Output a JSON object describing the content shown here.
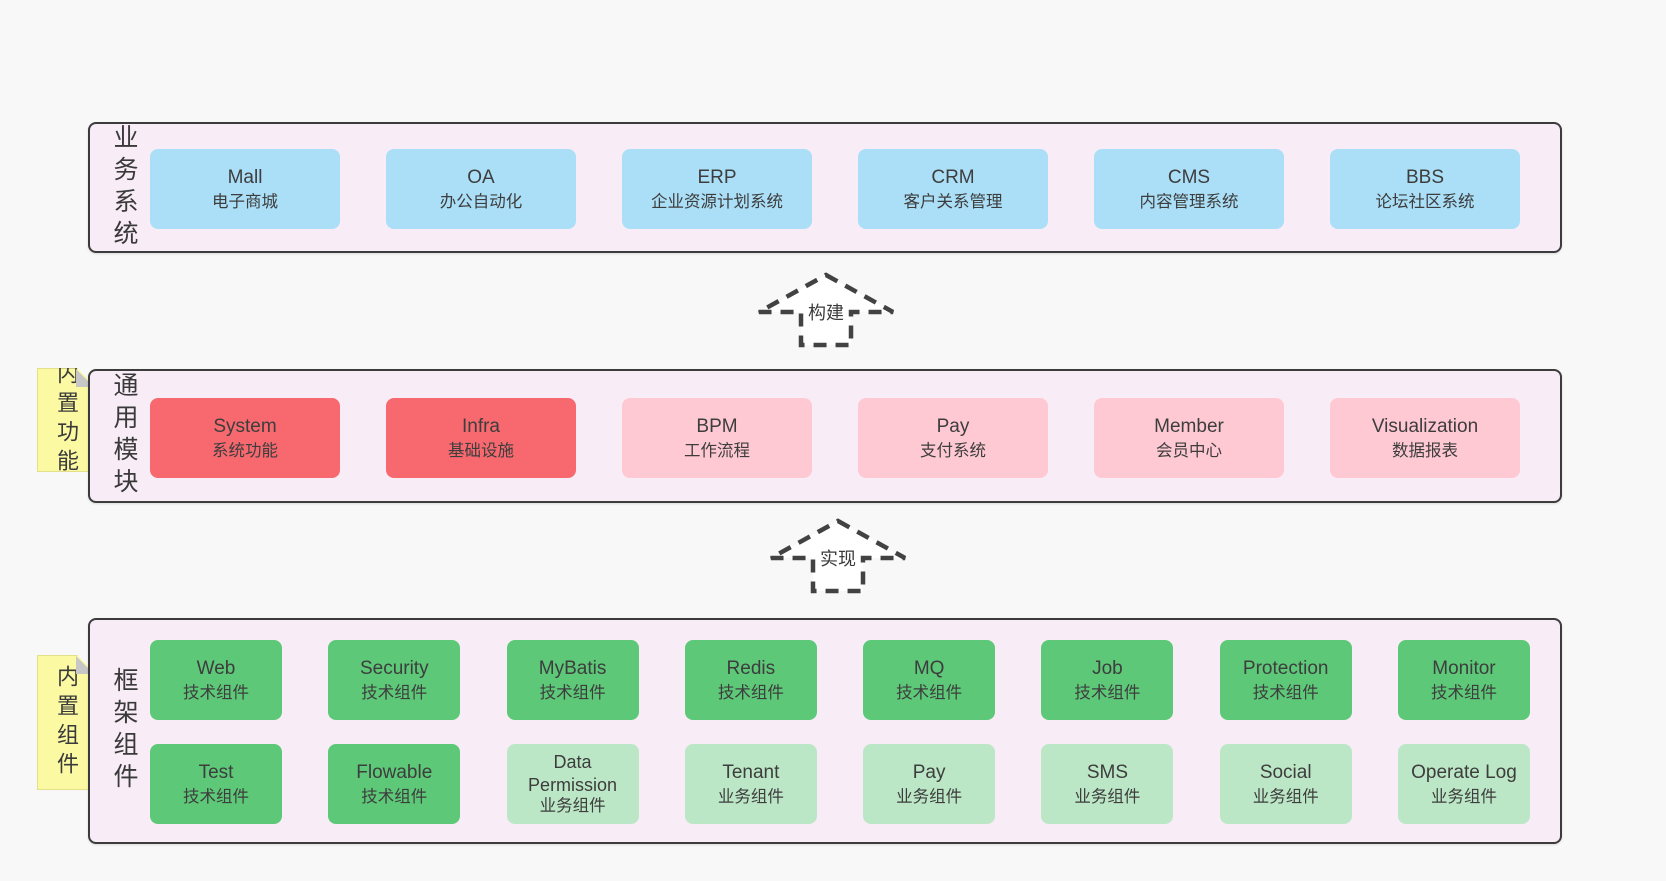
{
  "colors": {
    "page_bg": "#f8f8f8",
    "section_bg": "#f8ecf6",
    "section_border": "#3c3c3c",
    "blue_box": "#abdff7",
    "red_box": "#f7696f",
    "pink_box": "#ffc9d3",
    "green_dark_box": "#5dc878",
    "green_light_box": "#bce7c6",
    "sticky_yellow": "#fbf9a2",
    "text": "#3d3d3d"
  },
  "arrows": [
    {
      "label": "构建"
    },
    {
      "label": "实现"
    }
  ],
  "sections": [
    {
      "label": "业务系统",
      "boxes": [
        {
          "name": "Mall",
          "subtitle": "电子商城"
        },
        {
          "name": "OA",
          "subtitle": "办公自动化"
        },
        {
          "name": "ERP",
          "subtitle": "企业资源计划系统"
        },
        {
          "name": "CRM",
          "subtitle": "客户关系管理"
        },
        {
          "name": "CMS",
          "subtitle": "内容管理系统"
        },
        {
          "name": "BBS",
          "subtitle": "论坛社区系统"
        }
      ]
    },
    {
      "label": "通用模块",
      "sticky": "内置功能",
      "boxes": [
        {
          "name": "System",
          "subtitle": "系统功能"
        },
        {
          "name": "Infra",
          "subtitle": "基础设施"
        },
        {
          "name": "BPM",
          "subtitle": "工作流程"
        },
        {
          "name": "Pay",
          "subtitle": "支付系统"
        },
        {
          "name": "Member",
          "subtitle": "会员中心"
        },
        {
          "name": "Visualization",
          "subtitle": "数据报表"
        }
      ]
    },
    {
      "label": "框架组件",
      "sticky": "内置组件",
      "rows": [
        [
          {
            "name": "Web",
            "subtitle": "技术组件"
          },
          {
            "name": "Security",
            "subtitle": "技术组件"
          },
          {
            "name": "MyBatis",
            "subtitle": "技术组件"
          },
          {
            "name": "Redis",
            "subtitle": "技术组件"
          },
          {
            "name": "MQ",
            "subtitle": "技术组件"
          },
          {
            "name": "Job",
            "subtitle": "技术组件"
          },
          {
            "name": "Protection",
            "subtitle": "技术组件"
          },
          {
            "name": "Monitor",
            "subtitle": "技术组件"
          }
        ],
        [
          {
            "name": "Test",
            "subtitle": "技术组件"
          },
          {
            "name": "Flowable",
            "subtitle": "技术组件"
          },
          {
            "name": "Data Permission",
            "subtitle": "业务组件"
          },
          {
            "name": "Tenant",
            "subtitle": "业务组件"
          },
          {
            "name": "Pay",
            "subtitle": "业务组件"
          },
          {
            "name": "SMS",
            "subtitle": "业务组件"
          },
          {
            "name": "Social",
            "subtitle": "业务组件"
          },
          {
            "name": "Operate Log",
            "subtitle": "业务组件"
          }
        ]
      ]
    }
  ]
}
